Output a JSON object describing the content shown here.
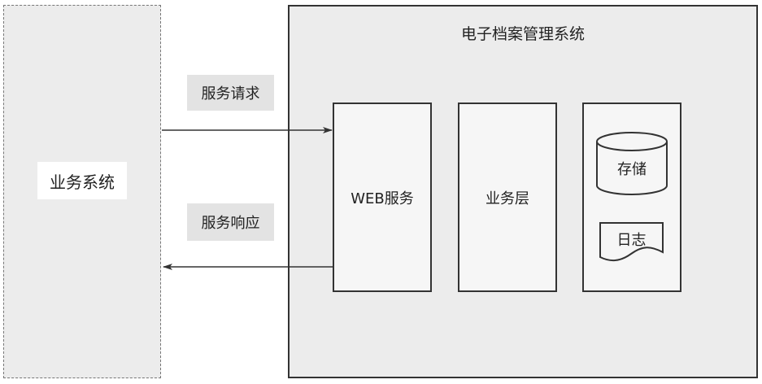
{
  "business_system": {
    "label": "业务系统"
  },
  "archive_system": {
    "title": "电子档案管理系统",
    "web_service": "WEB服务",
    "business_layer": "业务层",
    "storage": "存储",
    "log": "日志"
  },
  "arrows": {
    "request": "服务请求",
    "response": "服务响应"
  }
}
